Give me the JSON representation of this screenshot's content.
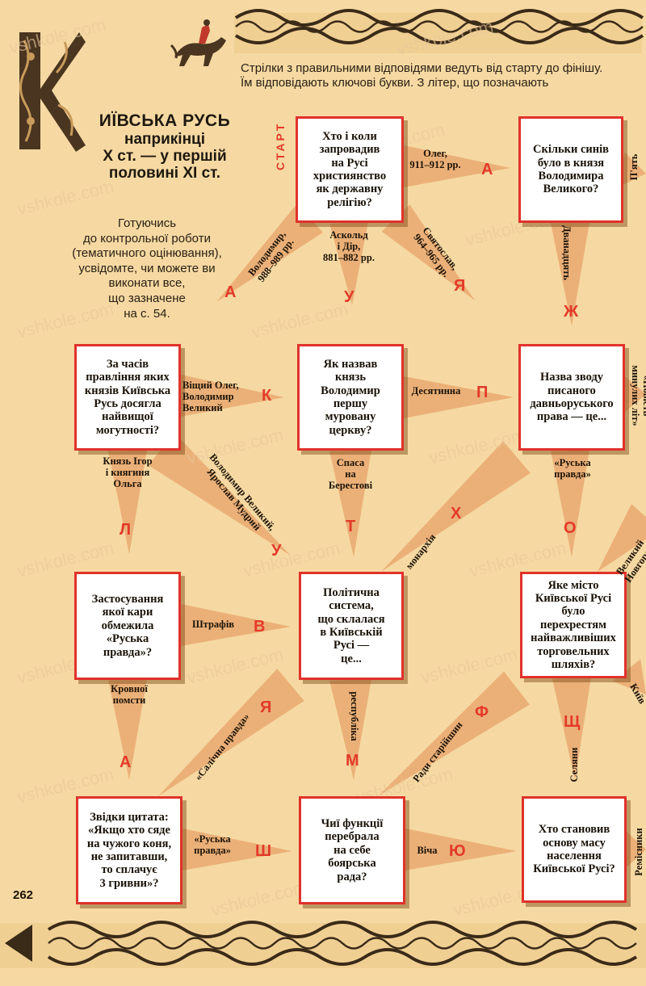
{
  "watermark": "vshkole.com",
  "page_number": "262",
  "intro_text": "Стрілки з правильними відповідями ведуть від старту до фі­нішу. Їм відповідають ключові букви. З літер, що позначають",
  "title": {
    "initial": "К",
    "line1": "иївська Русь",
    "line2": "наприкінці",
    "line3": "Х ст. — у першій",
    "line4": "половині ХІ ст."
  },
  "preparation_text": "Готуючись\nдо контрольної роботи\n(тематичного оцінювання),\nусвідомте, чи можете ви\nвиконати все,\nщо зазначене\nна с. 54.",
  "start_label": "СТАРТ",
  "questions": [
    {
      "id": "q1",
      "text": "Хто і коли\nзапровадив\nна Русі\nхристиянство\nяк державну\nрелігію?"
    },
    {
      "id": "q2",
      "text": "Скільки синів\nбуло в князя\nВолодимира\nВеликого?"
    },
    {
      "id": "q3",
      "text": "За часів\nправління яких\nкнязів Київська\nРусь досягла\nнайвищої\nмогутності?"
    },
    {
      "id": "q4",
      "text": "Як назвав\nкнязь\nВолодимир\nпершу\nмуровану\nцеркву?"
    },
    {
      "id": "q5",
      "text": "Назва зводу\nписаного\nдавньоруського\nправа — це..."
    },
    {
      "id": "q6",
      "text": "Застосування\nякої кари\nобмежила\n«Руська\nправда»?"
    },
    {
      "id": "q7",
      "text": "Політична\nсистема,\nщо склалася\nв Київській\nРусі —\nце..."
    },
    {
      "id": "q8",
      "text": "Яке місто\nКиївської Русі\nбуло\nперехрестям\nнайважливіших\nторговельних\nшляхів?"
    },
    {
      "id": "q9",
      "text": "Звідки цитата:\n«Якщо хто сяде\nна чужого коня,\nне запитавши,\nто сплачує\n3 гривни»?"
    },
    {
      "id": "q10",
      "text": "Чиї функції\nперебрала\nна себе\nбоярська\nрада?"
    },
    {
      "id": "q11",
      "text": "Хто становив\nоснову масу\nнаселення\nКиївської Русі?"
    }
  ],
  "answers": {
    "a1": "Олег,\n911–912 рр.",
    "a2": "Аскольд\nі Дір,\n881–882 рр.",
    "a3": "Володимир,\n988–989 рр.",
    "a4": "Святослав,\n964–965 рр.",
    "a5": "П'ять",
    "a6": "Дванадцять",
    "a7": "Віщий Олег,\nВолодимир\nВеликий",
    "a8": "Десятинна",
    "a9": "«Повість\nминулих літ»",
    "a10": "Князь Ігор\nі княгиня\nОльга",
    "a11": "Володимир Великий,\nЯрослав Мудрий",
    "a12": "Спаса\nна\nБерестові",
    "a13": "«Руська\nправда»",
    "a14": "монархія",
    "a15": "Великий\nНовгород",
    "a16": "Штрафів",
    "a17": "Кровної\nпомсти",
    "a18": "«Салічна правда»",
    "a19": "республіка",
    "a20": "Ради старійшин",
    "a21": "Київ",
    "a22": "Селяни",
    "a23": "«Руська\nправда»",
    "a24": "Віча",
    "a25": "Ремісники"
  },
  "letters": {
    "l1": "А",
    "l2": "У",
    "l3": "А",
    "l4": "Я",
    "l5": "Ж",
    "l6": "К",
    "l7": "П",
    "l8": "Л",
    "l9": "У",
    "l10": "Т",
    "l11": "Х",
    "l12": "О",
    "l13": "В",
    "l14": "А",
    "l15": "Я",
    "l16": "М",
    "l17": "Ф",
    "l18": "Щ",
    "l19": "Ш",
    "l20": "Ю"
  },
  "colors": {
    "background": "#f6d9a2",
    "arrow": "#ebb078",
    "box_border": "#e0322b",
    "letter": "#e33a2a",
    "ornament": "#3a2a18"
  }
}
